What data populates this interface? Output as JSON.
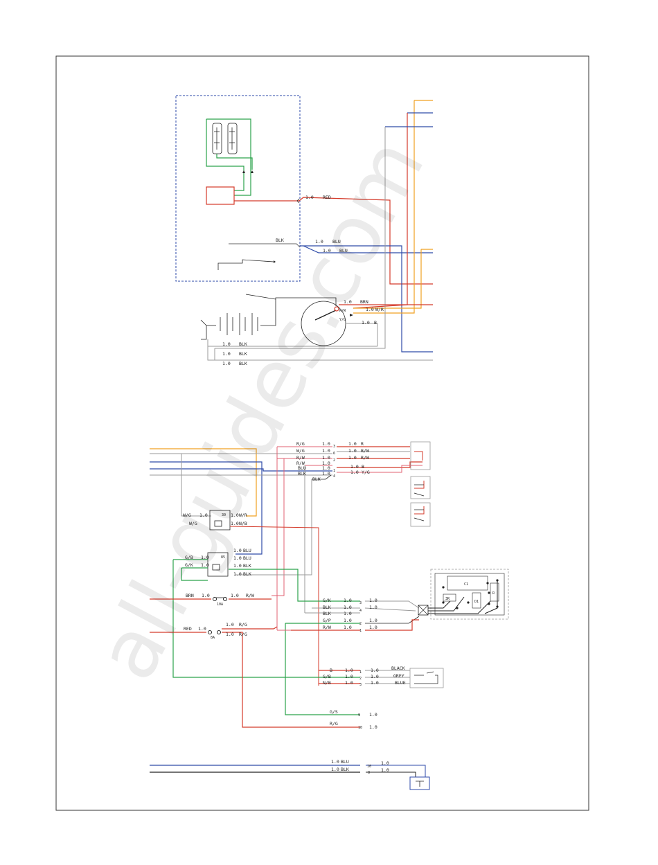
{
  "colors": {
    "red": "#d43a2a",
    "blue": "#2e4aa8",
    "orange": "#f0a020",
    "green": "#2aa24a",
    "gray": "#9a9a9a",
    "black": "#222222",
    "pink": "#e06070",
    "frame": "#333333"
  },
  "watermark": "all-guides.com",
  "top_section": {
    "wire_labels": {
      "red_size": "1.0",
      "red_name": "RED",
      "blk_name": "BLK",
      "blu_size": "1.0",
      "blu_name": "BLU",
      "blu2_size": "1.0",
      "blu2_name": "BLU",
      "brn_size": "1.0",
      "brn_name": "BRN",
      "wr_size": "1.0",
      "wr_name": "W/R",
      "b_size": "1.0",
      "b_name": "B",
      "rw": "R/W",
      "yg": "Y/G",
      "blk1_size": "1.0",
      "blk1_name": "BLK",
      "blk2_size": "1.0",
      "blk2_name": "BLK",
      "blk3_size": "1.0",
      "blk3_name": "BLK"
    }
  },
  "mid_section": {
    "connector_rows": [
      {
        "left": "R/G",
        "size": "1.0",
        "pin": "3",
        "rsize": "1.0",
        "right": "R"
      },
      {
        "left": "W/G",
        "size": "1.0",
        "pin": "6",
        "rsize": "1.0",
        "right": "B/W"
      },
      {
        "left": "R/W",
        "size": "1.0",
        "pin": "2",
        "rsize": "1.0",
        "right": "R/W"
      },
      {
        "left": "R/W",
        "size": "1.0",
        "pin": "",
        "rsize": "",
        "right": ""
      },
      {
        "left": "BLU",
        "size": "1.0",
        "pin": "1",
        "rsize": "1.0",
        "right": "B"
      },
      {
        "left": "BLK",
        "size": "1.0",
        "pin": "4",
        "rsize": "1.0",
        "right": "Y/G"
      }
    ],
    "blk_tail": "BLK",
    "relay1": {
      "wg_left": "W/G",
      "size": "1.0",
      "wr_size": "1.0",
      "wr": "W/R",
      "wg2": "W/G",
      "nb_size": "1.0",
      "nb": "N/B",
      "pin": "30"
    },
    "relay2": {
      "gb": "G/B",
      "gb_size": "1.0",
      "gk": "G/K",
      "gk_size": "1.0",
      "blu1_size": "1.0",
      "blu1": "BLU",
      "blu2_size": "1.0",
      "blu2": "BLU",
      "blk1_size": "1.0",
      "blk1": "BLK",
      "blk2_size": "1.0",
      "blk2": "BLK",
      "pin": "85"
    },
    "fuse1": {
      "in_name": "BRN",
      "in_size": "1.0",
      "rating": "10A",
      "out_size": "1.0",
      "out_name": "R/W"
    },
    "fuse2": {
      "in_name": "RED",
      "in_size": "1.0",
      "rating": "8A",
      "out1_size": "1.0",
      "out1_name": "R/G",
      "out2_size": "1.0",
      "out2_name": "R/G"
    },
    "module_rows": [
      {
        "name": "G/K",
        "size": "1.0",
        "pin": "3",
        "rsize": "1.0"
      },
      {
        "name": "BLK",
        "size": "1.0",
        "pin": "4",
        "rsize": "1.0"
      },
      {
        "name": "BLK",
        "size": "1.0",
        "pin": "",
        "rsize": ""
      },
      {
        "name": "G/P",
        "size": "1.0",
        "pin": "2",
        "rsize": "1.0"
      },
      {
        "name": "R/W",
        "size": "1.0",
        "pin": "1",
        "rsize": "1.0"
      }
    ],
    "module_labels": {
      "c1": "C1",
      "r": "R",
      "d": "D1",
      "small": "3R"
    },
    "switch_rows": [
      {
        "name": "B",
        "size": "1.0",
        "pin": "1",
        "rsize": "1.0",
        "color_name": "BLACK"
      },
      {
        "name": "G/B",
        "size": "1.0",
        "pin": "2",
        "rsize": "1.0",
        "color_name": "GREY"
      },
      {
        "name": "N/B",
        "size": "1.0",
        "pin": "3",
        "rsize": "1.0",
        "color_name": "BLUE"
      }
    ],
    "gs_row": {
      "name": "G/S",
      "pin": "9",
      "size": "1.0"
    },
    "rg_row": {
      "name": "R/G",
      "pin": "10",
      "size": "1.0"
    }
  },
  "bottom_section": {
    "rows": [
      {
        "size": "1.0",
        "name": "BLU",
        "pin": "10",
        "rsize": "1.0"
      },
      {
        "size": "1.0",
        "name": "BLK",
        "pin": "8",
        "rsize": "1.0"
      }
    ]
  }
}
